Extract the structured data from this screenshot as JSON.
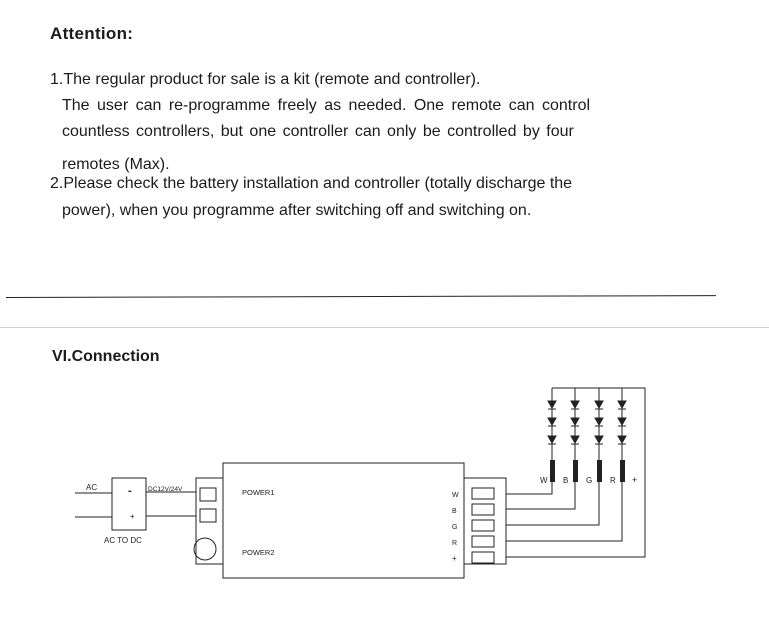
{
  "attention": {
    "heading": "Attention:",
    "lines": [
      "1.The regular product for sale is a kit (remote and controller).",
      "The user can re-programme freely as needed. One remote can control",
      "countless controllers, but one controller can only be controlled by four",
      "remotes (Max).",
      "2.Please check the battery installation and controller (totally discharge the",
      "power), when you programme after switching off and switching on."
    ]
  },
  "connection": {
    "heading": "VI.Connection",
    "ac_label": "AC",
    "minus_label": "-",
    "plus_label": "+",
    "dc_label": "DC12V/24V",
    "converter_label": "AC TO DC",
    "power1_label": "POWER1",
    "power2_label": "POWER2",
    "terminals": [
      "W",
      "B",
      "G",
      "R",
      "+"
    ],
    "strip_labels": [
      "W",
      "B",
      "G",
      "R",
      "+"
    ]
  }
}
